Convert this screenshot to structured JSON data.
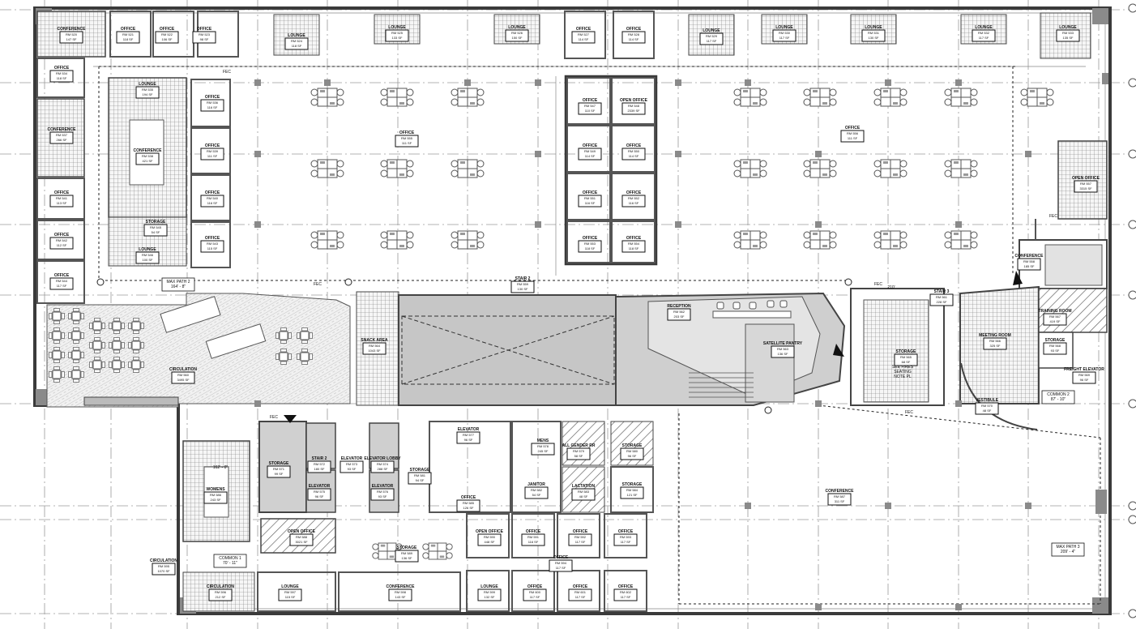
{
  "plan": {
    "colors": {
      "wall": "#3a3a3a",
      "core_fill": "#c9c9c9",
      "hatch": "#777777",
      "tag_border": "#111111"
    },
    "annotations": [
      {
        "id": "max-path-2",
        "lines": [
          "MAX PATH 2",
          "164' - 8\""
        ]
      },
      {
        "id": "max-path-3",
        "lines": [
          "MAX PATH 3",
          "209' - 4\""
        ]
      },
      {
        "id": "common-1",
        "lines": [
          "COMMON 1",
          "70' - 11\""
        ]
      },
      {
        "id": "common-2",
        "lines": [
          "COMMON 2",
          "87' - 10\""
        ]
      },
      {
        "id": "common-3",
        "lines": [
          "162' - 0\""
        ]
      },
      {
        "id": "dim-top",
        "lines": [
          "210'"
        ]
      },
      {
        "id": "see-fires",
        "lines": [
          "SEE FIRES",
          "SEATING",
          "NOTE PL"
        ]
      },
      {
        "id": "fec-1",
        "lines": [
          "FEC"
        ]
      },
      {
        "id": "fec-2",
        "lines": [
          "FEC"
        ]
      },
      {
        "id": "fec-3",
        "lines": [
          "FEC"
        ]
      },
      {
        "id": "fec-4",
        "lines": [
          "FEC"
        ]
      },
      {
        "id": "fec-5",
        "lines": [
          "FEC"
        ]
      },
      {
        "id": "fec-6",
        "lines": [
          "FEC"
        ]
      }
    ],
    "rooms": [
      {
        "name": "CONFERENCE",
        "num": "RM 520",
        "area": "147 SF"
      },
      {
        "name": "OFFICE",
        "num": "RM 521",
        "area": "118 SF"
      },
      {
        "name": "OFFICE",
        "num": "RM 522",
        "area": "106 SF"
      },
      {
        "name": "OFFICE",
        "num": "RM 523",
        "area": "98 SF"
      },
      {
        "name": "LOUNGE",
        "num": "RM 524",
        "area": "118 SF"
      },
      {
        "name": "LOUNGE",
        "num": "RM 525",
        "area": "133 SF"
      },
      {
        "name": "LOUNGE",
        "num": "RM 526",
        "area": "150 SF"
      },
      {
        "name": "OFFICE",
        "num": "RM 527",
        "area": "114 SF"
      },
      {
        "name": "OFFICE",
        "num": "RM 528",
        "area": "114 SF"
      },
      {
        "name": "LOUNGE",
        "num": "RM 529",
        "area": "117 SF"
      },
      {
        "name": "LOUNGE",
        "num": "RM 530",
        "area": "117 SF"
      },
      {
        "name": "LOUNGE",
        "num": "RM 531",
        "area": "130 SF"
      },
      {
        "name": "LOUNGE",
        "num": "RM 532",
        "area": "117 SF"
      },
      {
        "name": "LOUNGE",
        "num": "RM 533",
        "area": "135 SF"
      },
      {
        "name": "OFFICE",
        "num": "RM 534",
        "area": "118 SF"
      },
      {
        "name": "LOUNGE",
        "num": "RM 535",
        "area": "194 SF"
      },
      {
        "name": "OFFICE",
        "num": "RM 536",
        "area": "116 SF"
      },
      {
        "name": "CONFERENCE",
        "num": "RM 537",
        "area": "266 SF"
      },
      {
        "name": "CONFERENCE",
        "num": "RM 538",
        "area": "421 SF"
      },
      {
        "name": "OFFICE",
        "num": "RM 539",
        "area": "111 SF"
      },
      {
        "name": "OFFICE",
        "num": "RM 540",
        "area": "116 SF"
      },
      {
        "name": "OFFICE",
        "num": "RM 541",
        "area": "113 SF"
      },
      {
        "name": "OFFICE",
        "num": "RM 542",
        "area": "112 SF"
      },
      {
        "name": "OFFICE",
        "num": "RM 543",
        "area": "115 SF"
      },
      {
        "name": "OFFICE",
        "num": "RM 544",
        "area": "117 SF"
      },
      {
        "name": "STORAGE",
        "num": "RM 545",
        "area": "54 SF"
      },
      {
        "name": "LOUNGE",
        "num": "RM 546",
        "area": "100 SF"
      },
      {
        "name": "OFFICE",
        "num": "RM 547",
        "area": "110 SF"
      },
      {
        "name": "OPEN OFFICE",
        "num": "RM 548",
        "area": "2339 SF"
      },
      {
        "name": "OFFICE",
        "num": "RM 549",
        "area": "114 SF"
      },
      {
        "name": "OFFICE",
        "num": "RM 550",
        "area": "114 SF"
      },
      {
        "name": "OFFICE",
        "num": "RM 551",
        "area": "116 SF"
      },
      {
        "name": "OFFICE",
        "num": "RM 552",
        "area": "116 SF"
      },
      {
        "name": "OFFICE",
        "num": "RM 553",
        "area": "118 SF"
      },
      {
        "name": "OFFICE",
        "num": "RM 554",
        "area": "118 SF"
      },
      {
        "name": "OFFICE",
        "num": "RM 555",
        "area": "111 SF"
      },
      {
        "name": "OFFICE",
        "num": "RM 556",
        "area": "111 SF"
      },
      {
        "name": "OPEN OFFICE",
        "num": "RM 557",
        "area": "3315 SF"
      },
      {
        "name": "CONFERENCE",
        "num": "RM 558",
        "area": "185 SF"
      },
      {
        "name": "STAIR 2",
        "num": "RM 559",
        "area": "130 SF"
      },
      {
        "name": "CIRCULATION",
        "num": "RM 560",
        "area": "3495 SF"
      },
      {
        "name": "SNACK AREA",
        "num": "RM 564",
        "area": "1043 SF"
      },
      {
        "name": "RECEPTION",
        "num": "RM 562",
        "area": "203 SF"
      },
      {
        "name": "SATELLITE PANTRY",
        "num": "RM 563",
        "area": "136 SF"
      },
      {
        "name": "STAIR 3",
        "num": "RM 561",
        "area": "228 SF"
      },
      {
        "name": "STORAGE",
        "num": "RM 565",
        "area": "68 SF"
      },
      {
        "name": "MEETING ROOM",
        "num": "RM 566",
        "area": "325 SF"
      },
      {
        "name": "TRAINING ROOM",
        "num": "RM 567",
        "area": "419 SF"
      },
      {
        "name": "STORAGE",
        "num": "RM 568",
        "area": "93 SF"
      },
      {
        "name": "FREIGHT ELEVATOR",
        "num": "RM 569",
        "area": "96 SF"
      },
      {
        "name": "VESTIBULE",
        "num": "RM 570",
        "area": "48 SF"
      },
      {
        "name": "STORAGE",
        "num": "RM 571",
        "area": "99 SF"
      },
      {
        "name": "STAIR 2",
        "num": "RM 572",
        "area": "180 SF"
      },
      {
        "name": "ELEVATOR",
        "num": "RM 573",
        "area": "93 SF"
      },
      {
        "name": "ELEVATOR LOBBY",
        "num": "RM 574",
        "area": "288 SF"
      },
      {
        "name": "ELEVATOR",
        "num": "RM 575",
        "area": "96 SF"
      },
      {
        "name": "ELEVATOR",
        "num": "RM 576",
        "area": "93 SF"
      },
      {
        "name": "ELEVATOR",
        "num": "RM 577",
        "area": "96 SF"
      },
      {
        "name": "MENS",
        "num": "RM 578",
        "area": "245 SF"
      },
      {
        "name": "ALL GENDER RR",
        "num": "RM 579",
        "area": "58 SF"
      },
      {
        "name": "STORAGE",
        "num": "RM 580",
        "area": "96 SF"
      },
      {
        "name": "STORAGE",
        "num": "RM 581",
        "area": "94 SF"
      },
      {
        "name": "JANITOR",
        "num": "RM 582",
        "area": "54 SF"
      },
      {
        "name": "LACTATION",
        "num": "RM 583",
        "area": "48 SF"
      },
      {
        "name": "STORAGE",
        "num": "RM 584",
        "area": "121 SF"
      },
      {
        "name": "OFFICE",
        "num": "RM 585",
        "area": "126 SF"
      },
      {
        "name": "WOMENS",
        "num": "RM 586",
        "area": "243 SF"
      },
      {
        "name": "CONFERENCE",
        "num": "RM 587",
        "area": "311 SF"
      },
      {
        "name": "OPEN OFFICE",
        "num": "RM 588",
        "area": "3021 SF"
      },
      {
        "name": "STORAGE",
        "num": "RM 589",
        "area": "136 SF"
      },
      {
        "name": "OPEN OFFICE",
        "num": "RM 590",
        "area": "448 SF"
      },
      {
        "name": "OFFICE",
        "num": "RM 591",
        "area": "116 SF"
      },
      {
        "name": "OFFICE",
        "num": "RM 592",
        "area": "117 SF"
      },
      {
        "name": "OFFICE",
        "num": "RM 593",
        "area": "117 SF"
      },
      {
        "name": "OFFICE",
        "num": "RM 594",
        "area": "117 SF"
      },
      {
        "name": "CIRCULATION",
        "num": "RM 595",
        "area": "1070 SF"
      },
      {
        "name": "CIRCULATION",
        "num": "RM 596",
        "area": "212 SF"
      },
      {
        "name": "LOUNGE",
        "num": "RM 597",
        "area": "115 SF"
      },
      {
        "name": "CONFERENCE",
        "num": "RM 598",
        "area": "143 SF"
      },
      {
        "name": "LOUNGE",
        "num": "RM 599",
        "area": "132 SF"
      },
      {
        "name": "OFFICE",
        "num": "RM 600",
        "area": "117 SF"
      },
      {
        "name": "OFFICE",
        "num": "RM 601",
        "area": "117 SF"
      },
      {
        "name": "OFFICE",
        "num": "RM 602",
        "area": "117 SF"
      },
      {
        "name": "OFFICE",
        "num": "RM 603",
        "area": "117 SF"
      }
    ]
  }
}
